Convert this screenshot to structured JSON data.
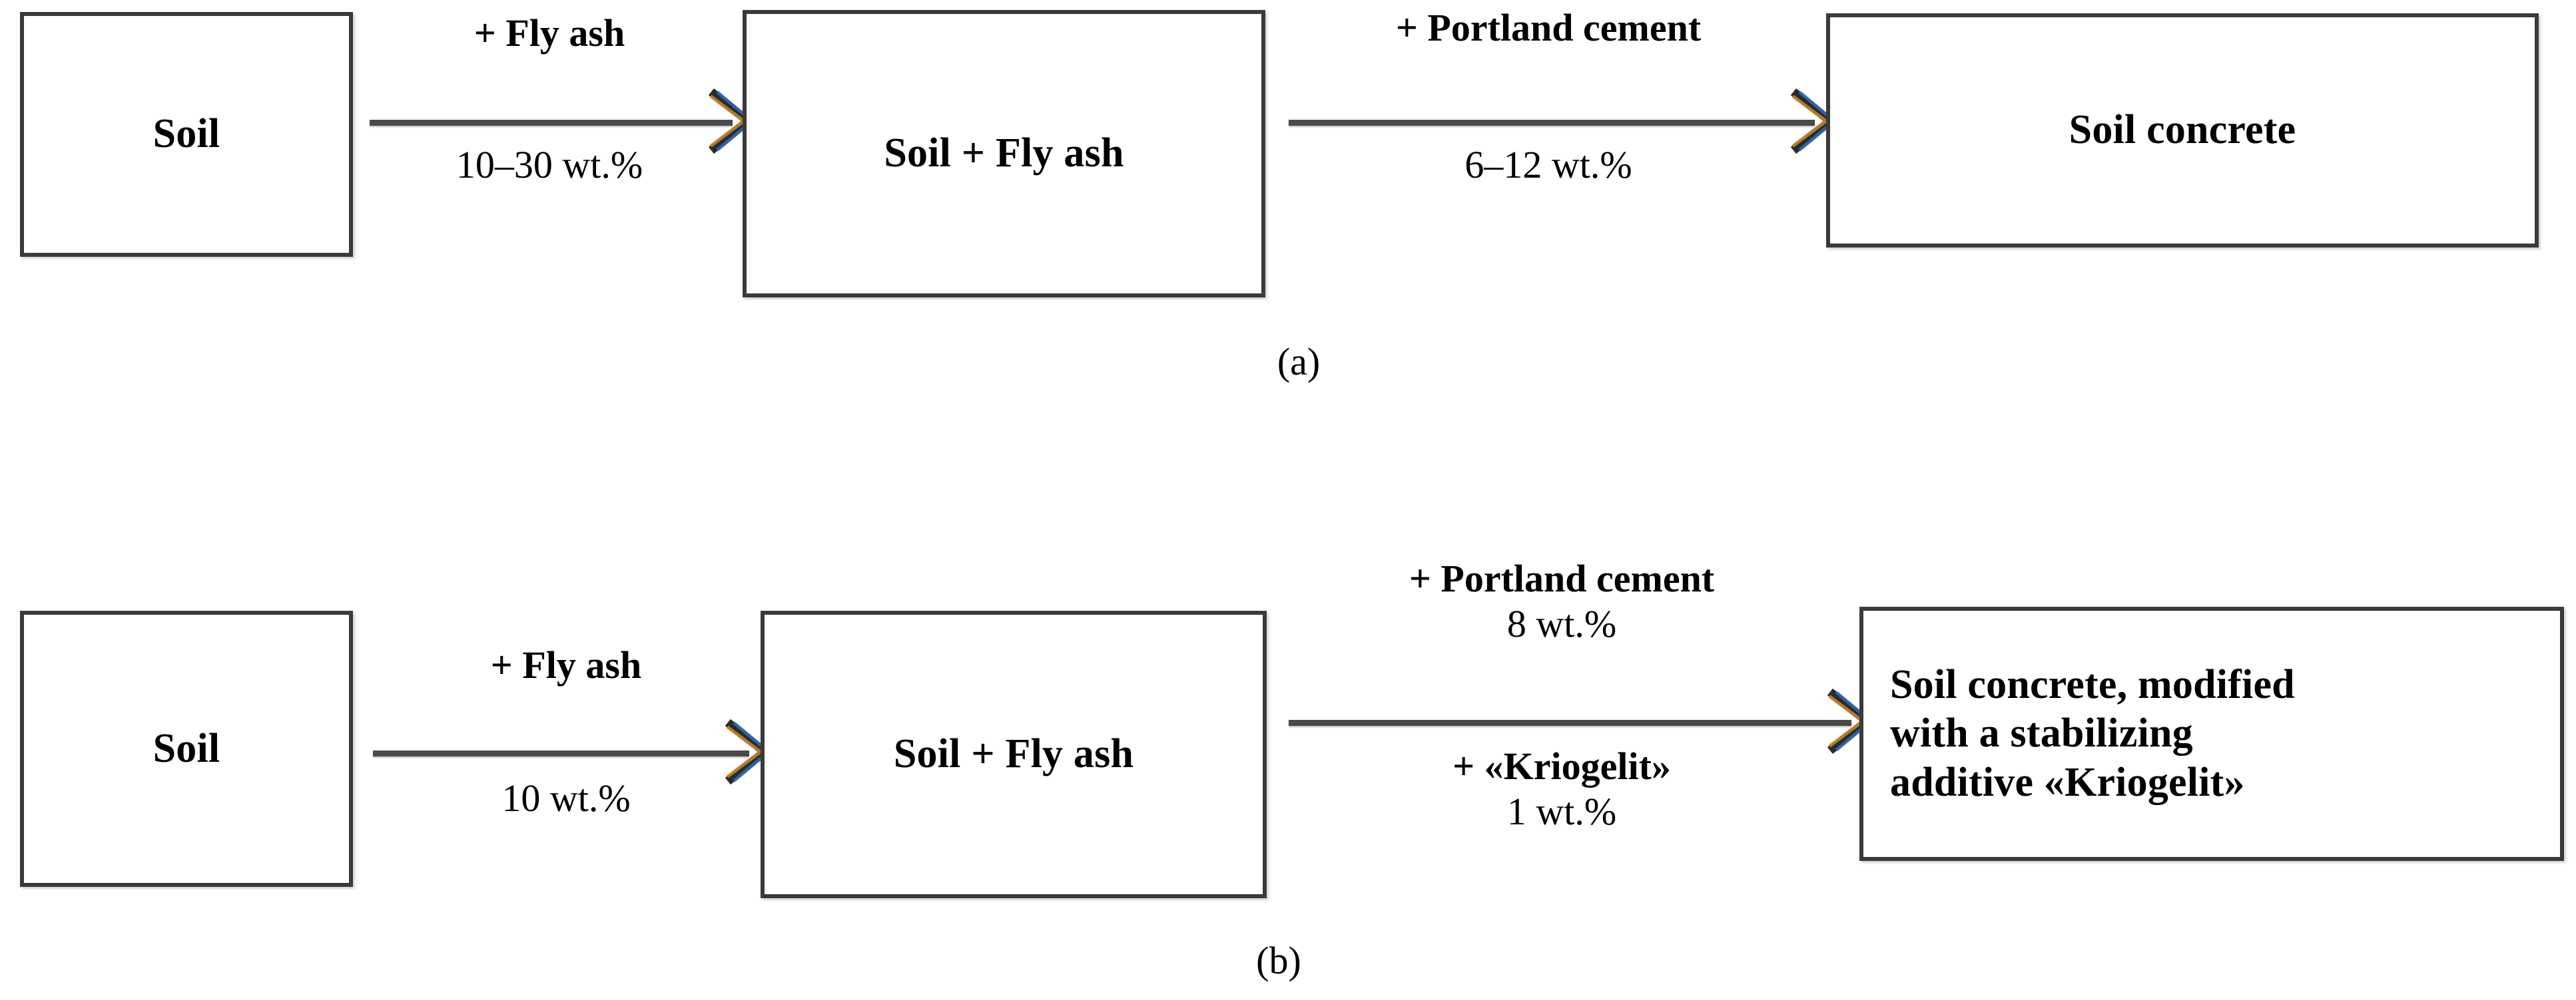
{
  "figure": {
    "background_color": "#ffffff",
    "box_border_color": "#3a3a3a",
    "arrow_color": "#4a4a4a",
    "text_color": "#000000"
  },
  "panels": [
    {
      "caption": "(a)",
      "nodes": [
        {
          "id": "soil-a",
          "label": "Soil"
        },
        {
          "id": "soil-fly-ash-a",
          "label": "Soil + Fly ash"
        },
        {
          "id": "soil-concrete-a",
          "label": "Soil concrete"
        }
      ],
      "arrows": [
        {
          "id": "arrow-a-1",
          "labels_above": [
            "+ Fly ash"
          ],
          "labels_below": [
            "10–30 wt.%"
          ]
        },
        {
          "id": "arrow-a-2",
          "labels_above": [
            "+ Portland cement"
          ],
          "labels_below": [
            "6–12 wt.%"
          ]
        }
      ]
    },
    {
      "caption": "(b)",
      "nodes": [
        {
          "id": "soil-b",
          "label": "Soil"
        },
        {
          "id": "soil-fly-ash-b",
          "label": "Soil + Fly ash"
        },
        {
          "id": "soil-concrete-b",
          "label": "Soil concrete, modified\nwith a stabilizing\nadditive «Kriogelit»"
        }
      ],
      "arrows": [
        {
          "id": "arrow-b-1",
          "labels_above": [
            "+ Fly ash"
          ],
          "labels_below": [
            "10 wt.%"
          ]
        },
        {
          "id": "arrow-b-2",
          "labels_above": [
            "+ Portland cement",
            "8 wt.%"
          ],
          "labels_below": [
            "+ «Kriogelit»",
            "1 wt.%"
          ]
        }
      ]
    }
  ],
  "text": {
    "a": {
      "box1": "Soil",
      "box2": "Soil + Fly ash",
      "box3": "Soil concrete",
      "edge1_top": "+ Fly ash",
      "edge1_bottom": "10–30 wt.%",
      "edge2_top": "+ Portland cement",
      "edge2_bottom": "6–12 wt.%",
      "caption": "(a)"
    },
    "b": {
      "box1": "Soil",
      "box2": "Soil + Fly ash",
      "box3": "Soil concrete, modified\nwith a stabilizing\nadditive «Kriogelit»",
      "edge1_top": "+ Fly ash",
      "edge1_bottom": "10 wt.%",
      "edge2_top1": "+ Portland cement",
      "edge2_top2": "8 wt.%",
      "edge2_bottom1": "+ «Kriogelit»",
      "edge2_bottom2": "1 wt.%",
      "caption": "(b)"
    }
  }
}
